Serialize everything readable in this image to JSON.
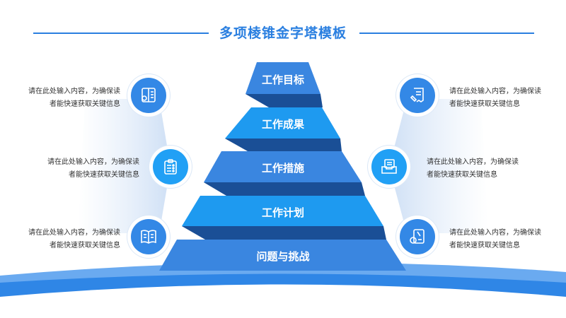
{
  "title": "多项棱锥金字塔模板",
  "layers": [
    {
      "label": "工作目标"
    },
    {
      "label": "工作成果"
    },
    {
      "label": "工作措施"
    },
    {
      "label": "工作计划"
    },
    {
      "label": "问题与挑战"
    }
  ],
  "items": {
    "left": [
      {
        "line1": "请在此处输入内容，为确保读",
        "line2": "者能快速获取关键信息",
        "icon": "book-search-icon"
      },
      {
        "line1": "请在此处输入内容，为确保读",
        "line2": "者能快速获取关键信息",
        "icon": "clipboard-list-icon"
      },
      {
        "line1": "请在此处输入内容，为确保读",
        "line2": "者能快速获取关键信息",
        "icon": "open-book-icon"
      }
    ],
    "right": [
      {
        "line1": "请在此处输入内容，为确保读",
        "line2": "者能快速获取关键信息",
        "icon": "document-pen-icon"
      },
      {
        "line1": "请在此处输入内容，为确保读",
        "line2": "者能快速获取关键信息",
        "icon": "inbox-tray-icon"
      },
      {
        "line1": "请在此处输入内容，为确保读",
        "line2": "者能快速获取关键信息",
        "icon": "document-chat-icon"
      }
    ]
  },
  "colors": {
    "accent": "#2a7fe0",
    "layer_a": "#3a86e0",
    "layer_b": "#1e9af0",
    "fold": "#1a4f96"
  }
}
